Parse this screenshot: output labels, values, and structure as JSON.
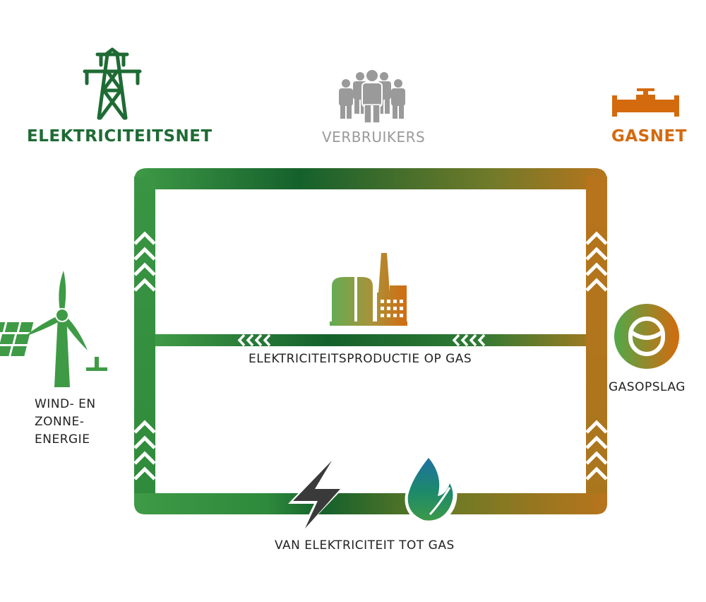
{
  "top": {
    "electricity_grid": {
      "label": "ELEKTRICITEITSNET",
      "icon": "power-pylon-icon",
      "color": "#1e6b34"
    },
    "consumers": {
      "label": "VERBRUIKERS",
      "icon": "people-icon",
      "color": "#9a9a9a"
    },
    "gas_grid": {
      "label": "GASNET",
      "icon": "gas-pipe-icon",
      "color": "#d46a0e"
    }
  },
  "nodes": {
    "renewables": {
      "label_lines": [
        "WIND- EN",
        "ZONNE-",
        "ENERGIE"
      ],
      "icon": "wind-solar-icon",
      "color": "#3f9a46"
    },
    "gas_storage": {
      "label": "GASOPSLAG",
      "icon": "gas-storage-icon"
    },
    "gas_power_plant": {
      "label": "ELEKTRICITEITSPRODUCTIE OP GAS",
      "icon": "power-plant-icon"
    },
    "power_to_gas": {
      "label": "VAN ELEKTRICITEIT TOT GAS",
      "icons": [
        "lightning-icon",
        "flame-icon"
      ]
    }
  },
  "colors": {
    "green": "#3f9a46",
    "dark_green": "#15612c",
    "olive": "#7d7a24",
    "orange_brown": "#b8741c",
    "orange": "#d46a0e"
  }
}
